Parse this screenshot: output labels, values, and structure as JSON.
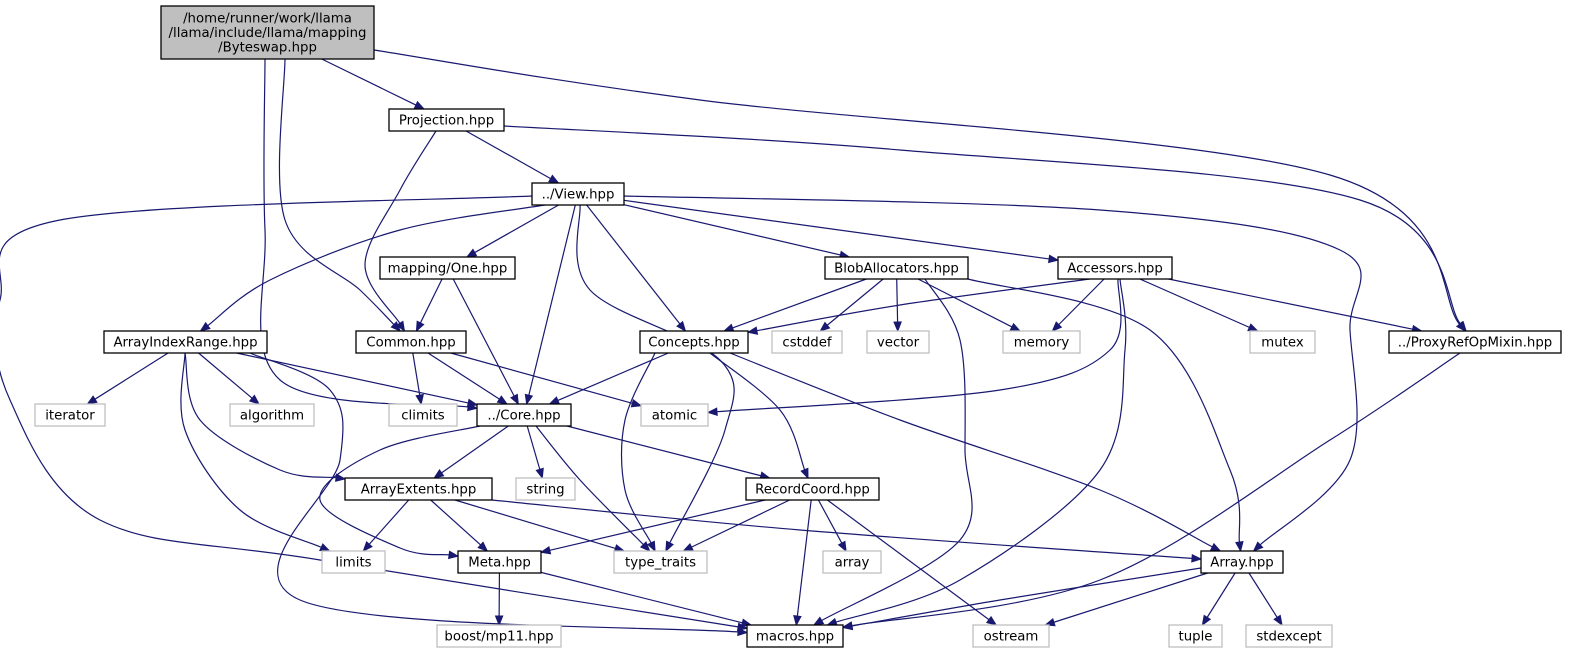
{
  "colors": {
    "edge": "#191970",
    "node_border": "#000000",
    "external_border": "#bfbfbf",
    "root_fill": "#bfbfbf",
    "background": "#ffffff"
  },
  "nodes": {
    "byteswap": {
      "lines": [
        "/home/runner/work/llama",
        "/llama/include/llama/mapping",
        "/Byteswap.hpp"
      ]
    },
    "projection": {
      "label": "Projection.hpp"
    },
    "view": {
      "label": "../View.hpp"
    },
    "mapping_one": {
      "label": "mapping/One.hpp"
    },
    "blob_allocators": {
      "label": "BlobAllocators.hpp"
    },
    "accessors": {
      "label": "Accessors.hpp"
    },
    "array_index_range": {
      "label": "ArrayIndexRange.hpp"
    },
    "common": {
      "label": "Common.hpp"
    },
    "concepts": {
      "label": "Concepts.hpp"
    },
    "cstddef": {
      "label": "cstddef"
    },
    "vector": {
      "label": "vector"
    },
    "memory": {
      "label": "memory"
    },
    "mutex": {
      "label": "mutex"
    },
    "proxy_ref_op_mixin": {
      "label": "../ProxyRefOpMixin.hpp"
    },
    "iterator": {
      "label": "iterator"
    },
    "algorithm": {
      "label": "algorithm"
    },
    "climits": {
      "label": "climits"
    },
    "core": {
      "label": "../Core.hpp"
    },
    "atomic": {
      "label": "atomic"
    },
    "array_extents": {
      "label": "ArrayExtents.hpp"
    },
    "string": {
      "label": "string"
    },
    "record_coord": {
      "label": "RecordCoord.hpp"
    },
    "limits": {
      "label": "limits"
    },
    "meta": {
      "label": "Meta.hpp"
    },
    "type_traits": {
      "label": "type_traits"
    },
    "array_std": {
      "label": "array"
    },
    "array_hpp": {
      "label": "Array.hpp"
    },
    "boost_mp11": {
      "label": "boost/mp11.hpp"
    },
    "macros": {
      "label": "macros.hpp"
    },
    "ostream": {
      "label": "ostream"
    },
    "tuple": {
      "label": "tuple"
    },
    "stdexcept": {
      "label": "stdexcept"
    }
  },
  "edges": [
    [
      "byteswap",
      "projection"
    ],
    [
      "byteswap",
      "proxy_ref_op_mixin"
    ],
    [
      "byteswap",
      "common"
    ],
    [
      "byteswap",
      "core"
    ],
    [
      "projection",
      "view"
    ],
    [
      "projection",
      "common"
    ],
    [
      "projection",
      "proxy_ref_op_mixin"
    ],
    [
      "view",
      "mapping_one"
    ],
    [
      "view",
      "blob_allocators"
    ],
    [
      "view",
      "accessors"
    ],
    [
      "view",
      "array_index_range"
    ],
    [
      "view",
      "concepts"
    ],
    [
      "view",
      "core"
    ],
    [
      "view",
      "type_traits"
    ],
    [
      "view",
      "macros"
    ],
    [
      "view",
      "array_hpp"
    ],
    [
      "mapping_one",
      "common"
    ],
    [
      "mapping_one",
      "core"
    ],
    [
      "blob_allocators",
      "concepts"
    ],
    [
      "blob_allocators",
      "cstddef"
    ],
    [
      "blob_allocators",
      "vector"
    ],
    [
      "blob_allocators",
      "memory"
    ],
    [
      "blob_allocators",
      "macros"
    ],
    [
      "blob_allocators",
      "array_hpp"
    ],
    [
      "accessors",
      "concepts"
    ],
    [
      "accessors",
      "memory"
    ],
    [
      "accessors",
      "mutex"
    ],
    [
      "accessors",
      "proxy_ref_op_mixin"
    ],
    [
      "accessors",
      "atomic"
    ],
    [
      "accessors",
      "macros"
    ],
    [
      "array_index_range",
      "iterator"
    ],
    [
      "array_index_range",
      "algorithm"
    ],
    [
      "array_index_range",
      "core"
    ],
    [
      "array_index_range",
      "array_extents"
    ],
    [
      "array_index_range",
      "limits"
    ],
    [
      "array_index_range",
      "macros"
    ],
    [
      "common",
      "climits"
    ],
    [
      "common",
      "core"
    ],
    [
      "common",
      "atomic"
    ],
    [
      "concepts",
      "core"
    ],
    [
      "concepts",
      "record_coord"
    ],
    [
      "concepts",
      "type_traits"
    ],
    [
      "concepts",
      "array_hpp"
    ],
    [
      "proxy_ref_op_mixin",
      "macros"
    ],
    [
      "core",
      "array_extents"
    ],
    [
      "core",
      "string"
    ],
    [
      "core",
      "record_coord"
    ],
    [
      "core",
      "meta"
    ],
    [
      "core",
      "type_traits"
    ],
    [
      "array_extents",
      "limits"
    ],
    [
      "array_extents",
      "meta"
    ],
    [
      "array_extents",
      "type_traits"
    ],
    [
      "array_extents",
      "array_hpp"
    ],
    [
      "record_coord",
      "meta"
    ],
    [
      "record_coord",
      "type_traits"
    ],
    [
      "record_coord",
      "array_std"
    ],
    [
      "record_coord",
      "macros"
    ],
    [
      "record_coord",
      "ostream"
    ],
    [
      "meta",
      "boost_mp11"
    ],
    [
      "meta",
      "macros"
    ],
    [
      "array_hpp",
      "macros"
    ],
    [
      "array_hpp",
      "ostream"
    ],
    [
      "array_hpp",
      "tuple"
    ],
    [
      "array_hpp",
      "stdexcept"
    ]
  ]
}
